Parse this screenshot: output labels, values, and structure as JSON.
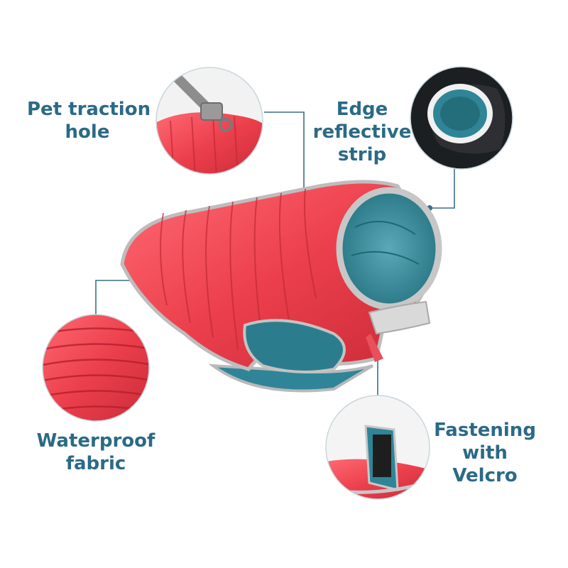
{
  "features": {
    "traction": {
      "line1": "Pet traction",
      "line2": "hole"
    },
    "reflective": {
      "line1": "Edge",
      "line2": "reflective",
      "line3": "strip"
    },
    "waterproof": {
      "line1": "Waterproof",
      "line2": "fabric"
    },
    "velcro": {
      "line1": "Fastening",
      "line2": "with",
      "line3": "Velcro"
    }
  },
  "colors": {
    "label_text": "#2b6a86",
    "connector_line": "#3b6f86",
    "jacket_red": "#ee4a55",
    "lining_teal": "#2f8597",
    "reflective_grey": "#c7c7c7"
  }
}
